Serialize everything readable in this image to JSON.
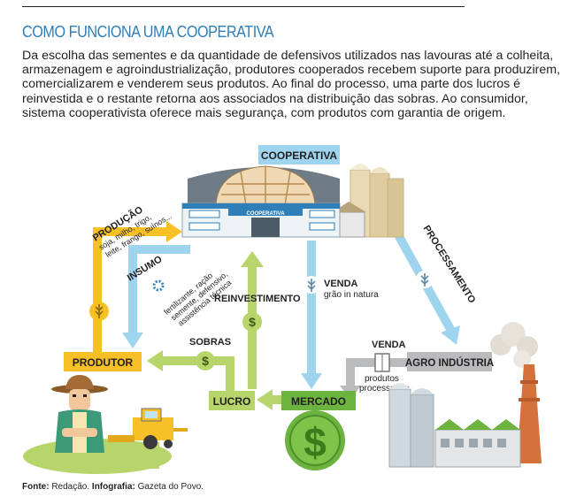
{
  "header": {
    "title": "COMO FUNCIONA UMA COOPERATIVA",
    "body": "Da escolha das sementes e da quantidade de defensivos utilizados nas lavouras até a colheita, armazenagem e agroindustrialização, produtores cooperados recebem suporte para produzirem, comercializarem e venderem seus produtos. Ao final do processo, uma parte dos lucros é reinvestida e o restante retorna aos associados na distribuição das sobras. Ao consumidor, sistema cooperativista oferece mais segurança, com produtos com garantia de origem."
  },
  "diagram": {
    "cooperativa": "COOPERATIVA",
    "building_sign": "COOPERATIVA",
    "produtor": "PRODUTOR",
    "lucro": "LUCRO",
    "mercado": "MERCADO",
    "agro": "AGRO INDÚSTRIA",
    "producao_title": "PRODUÇÃO",
    "producao_line1": "soja, milho, trigo,",
    "producao_line2": "leite, frango, suínos...",
    "insumo_title": "INSUMO",
    "insumo_line1": "fertilizante, ração",
    "insumo_line2": "semente, defensivo,",
    "insumo_line3": "assistência técnica",
    "reinvestimento": "REINVESTIMENTO",
    "sobras": "SOBRAS",
    "venda1_title": "VENDA",
    "venda1_sub": "grão in natura",
    "processamento": "PROCESSAMENTO",
    "venda2_title": "VENDA",
    "venda2_line1": "produtos",
    "venda2_line2": "processados"
  },
  "footer": {
    "fonte_label": "Fonte:",
    "fonte_value": " Redação.",
    "infografia_label": " Infografia:",
    "infografia_value": " Gazeta do Povo."
  },
  "colors": {
    "yellow": "#f6c026",
    "light_blue": "#9fd4ee",
    "lime": "#b7d56a",
    "green": "#6cb33f",
    "gray": "#b9bbbd",
    "title_blue": "#2e7fb8"
  }
}
